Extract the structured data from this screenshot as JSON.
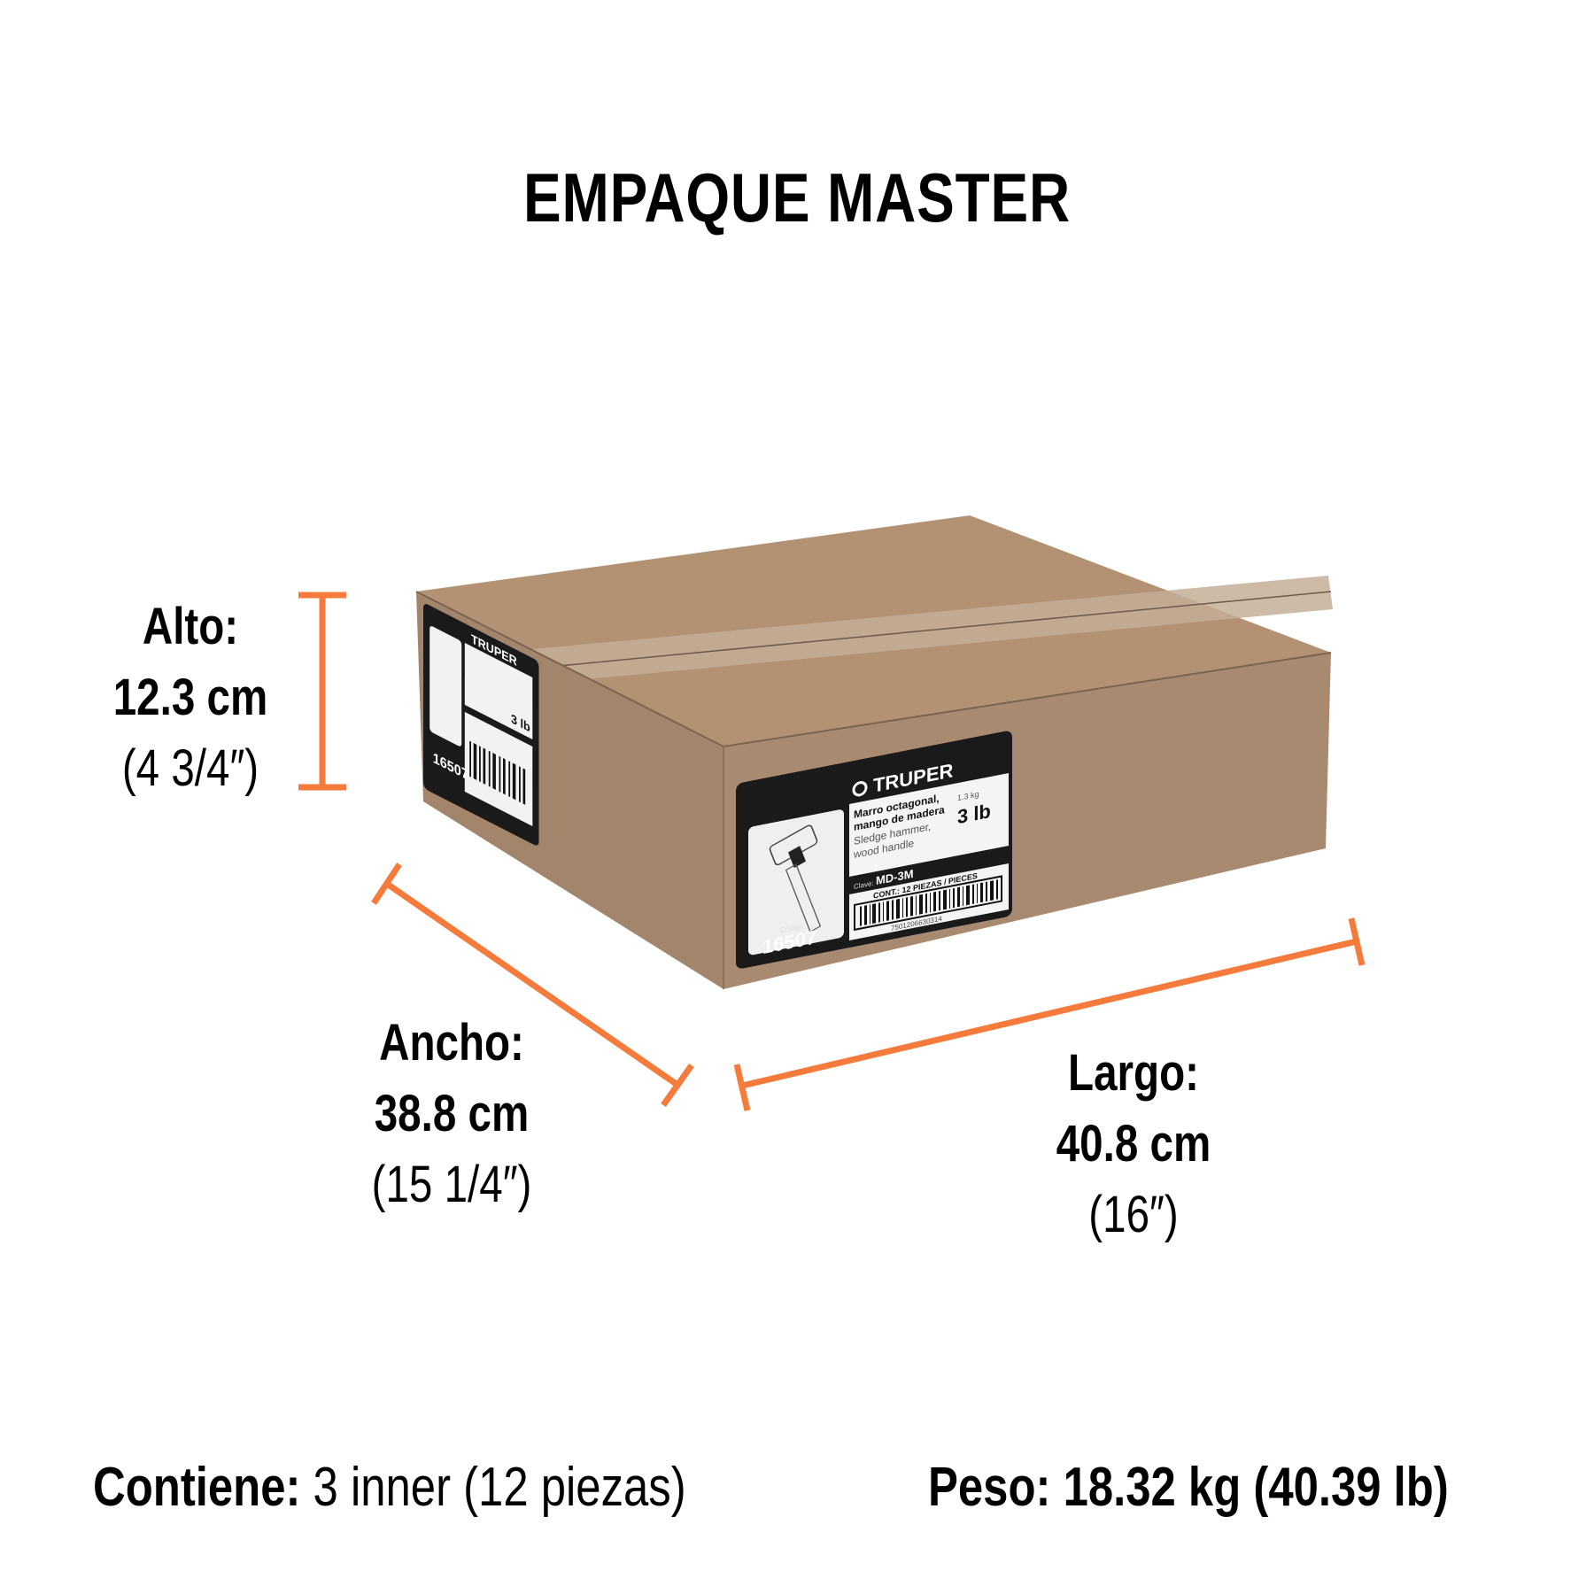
{
  "title": "EMPAQUE MASTER",
  "accent_color": "#F47B3C",
  "dimensions": {
    "alto": {
      "label": "Alto:",
      "cm": "12.3 cm",
      "inches": "(4 3/4″)"
    },
    "ancho": {
      "label": "Ancho:",
      "cm": "38.8 cm",
      "inches": "(15 1/4″)"
    },
    "largo": {
      "label": "Largo:",
      "cm": "40.8 cm",
      "inches": "(16″)"
    }
  },
  "footer": {
    "contiene_label": "Contiene:",
    "contiene_value": "3 inner (12 piezas)",
    "peso_label": "Peso:",
    "peso_value": "18.32 kg (40.39 lb)"
  },
  "box_label": {
    "brand": "TRUPER",
    "name_es_1": "Marro octagonal,",
    "name_es_2": "mango de madera",
    "name_en_1": "Sledge hammer,",
    "name_en_2": "wood handle",
    "weight_kg": "1.3 kg",
    "weight_lb": "3 lb",
    "clave_label": "Clave:",
    "clave": "MD-3M",
    "contents": "CONT.: 12 PIEZAS / PIECES",
    "barcode_number": "7501206630314",
    "codigo_label": "Código",
    "codigo": "16507"
  },
  "colors": {
    "box_top": "#B39274",
    "box_front": "#A88A70",
    "box_side": "#9E8168",
    "tape": "#C4AE98",
    "label_black": "#1A1A1A"
  }
}
